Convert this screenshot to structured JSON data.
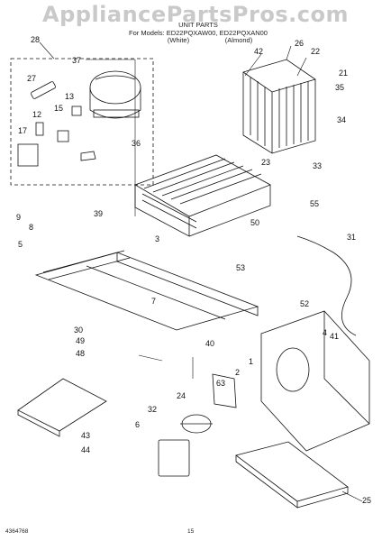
{
  "watermark": "AppliancePartsPros.com",
  "header": {
    "title": "UNIT PARTS",
    "subtitle": "For Models: ED22PQXAW00, ED22PQXAN00",
    "color_white": "(White)",
    "color_almond": "(Almond)"
  },
  "footer": {
    "doc_number": "4364768",
    "page_number": "15"
  },
  "callouts": [
    "28",
    "37",
    "27",
    "12",
    "15",
    "13",
    "17",
    "36",
    "42",
    "26",
    "22",
    "21",
    "35",
    "34",
    "23",
    "33",
    "55",
    "50",
    "9",
    "8",
    "39",
    "3",
    "31",
    "5",
    "53",
    "7",
    "30",
    "49",
    "48",
    "40",
    "52",
    "4",
    "41",
    "63",
    "2",
    "1",
    "24",
    "6",
    "32",
    "43",
    "44",
    "25"
  ]
}
